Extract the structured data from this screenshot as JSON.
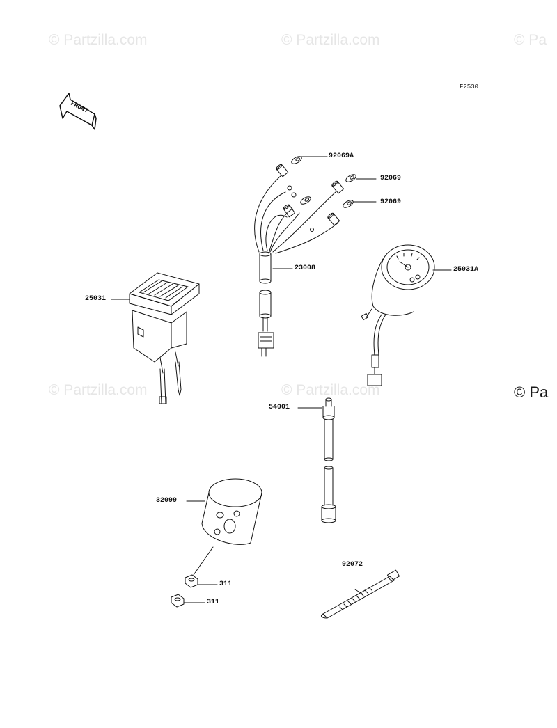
{
  "watermark": "© Partzilla.com",
  "watermark_clipped": "© Pa",
  "figure_code": "F2530",
  "front_label": "FRONT",
  "parts": [
    {
      "number": "92069A",
      "name": "part-92069a"
    },
    {
      "number": "92069",
      "name": "part-92069-upper"
    },
    {
      "number": "92069",
      "name": "part-92069-lower"
    },
    {
      "number": "23008",
      "name": "part-23008"
    },
    {
      "number": "25031",
      "name": "part-25031"
    },
    {
      "number": "25031A",
      "name": "part-25031a"
    },
    {
      "number": "54001",
      "name": "part-54001"
    },
    {
      "number": "32099",
      "name": "part-32099"
    },
    {
      "number": "311",
      "name": "part-311-upper"
    },
    {
      "number": "311",
      "name": "part-311-lower"
    },
    {
      "number": "92072",
      "name": "part-92072"
    }
  ]
}
